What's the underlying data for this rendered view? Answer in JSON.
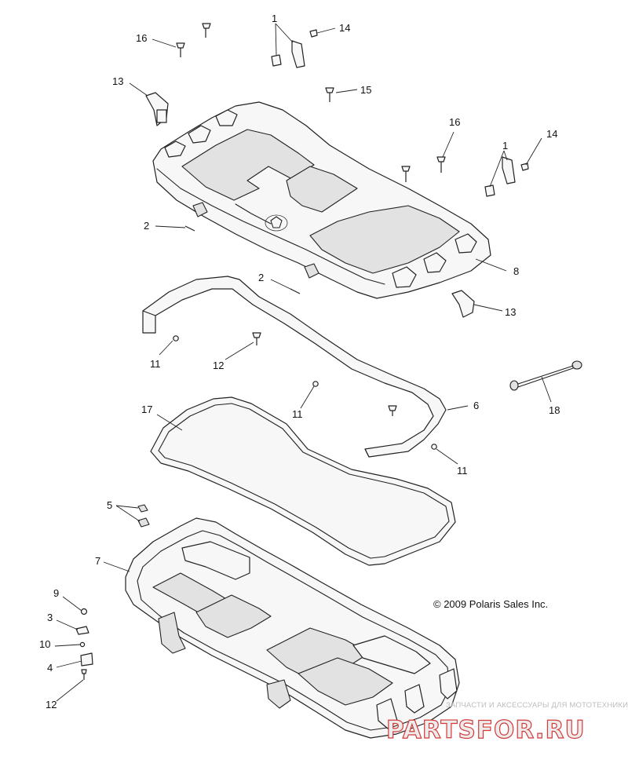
{
  "copyright": "© 2009 Polaris Sales Inc.",
  "watermark": {
    "tagline": "ЗАПЧАСТИ И АКСЕССУАРЫ ДЛЯ МОТОТЕХНИКИ",
    "brand": "PARTSFOR.RU",
    "brand_color": "#d43a3a"
  },
  "callouts": {
    "c1_top": "1",
    "c14_top": "14",
    "c16_top": "16",
    "c13_top": "13",
    "c15": "15",
    "c16_right": "16",
    "c14_right": "14",
    "c1_right": "1",
    "c2_left": "2",
    "c2_mid": "2",
    "c8": "8",
    "c13_right": "13",
    "c11_left": "11",
    "c12_mid": "12",
    "c11_center": "11",
    "c6": "6",
    "c18": "18",
    "c17": "17",
    "c11_right": "11",
    "c5": "5",
    "c7": "7",
    "c9": "9",
    "c3": "3",
    "c10": "10",
    "c4": "4",
    "c12_bottom": "12"
  }
}
